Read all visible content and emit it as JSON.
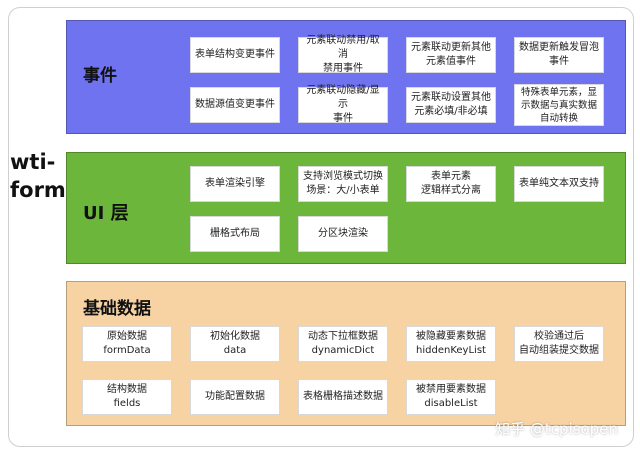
{
  "side_title": [
    "wti-",
    "form"
  ],
  "layers": [
    {
      "id": "events",
      "title": "事件",
      "boxes": [
        "表单结构变更事件",
        "元素联动禁用/取消\n禁用事件",
        "元素联动更新其他\n元素值事件",
        "数据更新触发冒泡\n事件",
        "数据源值变更事件",
        "元素联动隐藏/显示\n事件",
        "元素联动设置其他\n元素必填/非必填",
        "特殊表单元素，显\n示数据与真实数据\n自动转换"
      ]
    },
    {
      "id": "ui",
      "title": "UI 层",
      "boxes": [
        "表单渲染引擎",
        "支持浏览模式切换\n场景：大/小表单",
        "表单元素\n逻辑样式分离",
        "表单纯文本双支持",
        "栅格式布局",
        "分区块渲染"
      ]
    },
    {
      "id": "data",
      "title": "基础数据",
      "boxes": [
        "原始数据\nformData",
        "初始化数据\ndata",
        "动态下拉框数据\ndynamicDict",
        "被隐藏要素数据\nhiddenKeyList",
        "校验通过后\n自动组装提交数据",
        "结构数据\nfields",
        "功能配置数据",
        "表格栅格描述数据",
        "被禁用要素数据\ndisableList"
      ]
    }
  ],
  "watermark": "知乎 @tcpisopen",
  "colors": {
    "events_bg": "#6f73ef",
    "ui_bg": "#6cb63b",
    "data_bg": "#f7d3a4",
    "box_bg": "#ffffff"
  }
}
